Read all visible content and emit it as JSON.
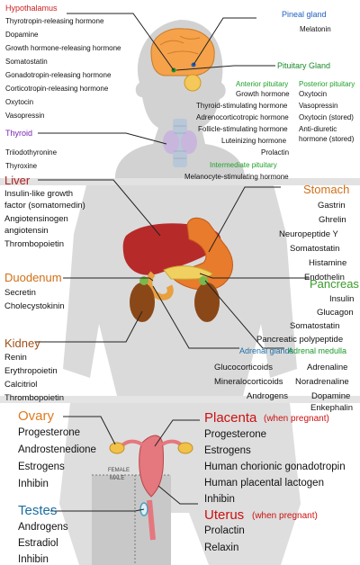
{
  "colors": {
    "hypothalamus": "#cc2020",
    "pineal": "#1f5fbf",
    "pituitary": "#1a8a2a",
    "pituitary_sub": "#1fa02a",
    "thyroid": "#7a22b0",
    "liver": "#b02020",
    "stomach": "#d07018",
    "duodenum": "#d07018",
    "pancreas": "#3a9a2a",
    "kidney": "#a05018",
    "adrenal_glands": "#2070a8",
    "adrenal_medulla": "#1a9a2a",
    "ovary": "#e07a20",
    "placenta": "#cc1010",
    "uterus": "#cc1010",
    "testes": "#1a6ea0"
  },
  "hypothalamus": {
    "title": "Hypothalamus",
    "hormones": [
      "Thyrotropin-releasing hormone",
      "Dopamine",
      "Growth hormone-releasing hormone",
      "Somatostatin",
      "Gonadotropin-releasing hormone",
      "Corticotropin-releasing hormone",
      "Oxytocin",
      "Vasopressin"
    ]
  },
  "pineal": {
    "title": "Pineal gland",
    "hormones": [
      "Melatonin"
    ]
  },
  "pituitary": {
    "title": "Pituitary Gland",
    "anterior_title": "Anterior pituitary",
    "anterior": [
      "Growth hormone",
      "Thyroid-stimulating hormone",
      "Adrenocorticotropic hormone",
      "Follicle-stimulating hormone",
      "Luteinizing hormone",
      "Prolactin"
    ],
    "posterior_title": "Posterior pituitary",
    "posterior": [
      "Oxytocin",
      "Vasopressin",
      "Oxytocin (stored)",
      "Anti-diuretic",
      "hormone (stored)"
    ],
    "intermediate_title": "Intermediate pituitary",
    "intermediate": [
      "Melanocyte-stimulating hormone"
    ]
  },
  "thyroid": {
    "title": "Thyroid",
    "hormones": [
      "Triiodothyronine",
      "Thyroxine"
    ]
  },
  "liver": {
    "title": "Liver",
    "hormones": [
      "Insulin-like growth",
      "factor (somatomedin)",
      "Angiotensinogen",
      "angiotensin",
      "Thrombopoietin"
    ]
  },
  "stomach": {
    "title": "Stomach",
    "hormones": [
      "Gastrin",
      "Ghrelin",
      "Neuropeptide Y",
      "Somatostatin",
      "Histamine",
      "Endothelin"
    ]
  },
  "duodenum": {
    "title": "Duodenum",
    "hormones": [
      "Secretin",
      "Cholecystokinin"
    ]
  },
  "pancreas": {
    "title": "Pancreas",
    "hormones": [
      "Insulin",
      "Glucagon",
      "Somatostatin",
      "Pancreatic polypeptide"
    ]
  },
  "kidney": {
    "title": "Kidney",
    "hormones": [
      "Renin",
      "Erythropoietin",
      "Calcitriol",
      "Thrombopoietin"
    ]
  },
  "adrenal_glands": {
    "title": "Adrenal glands",
    "hormones": [
      "Glucocorticoids",
      "Mineralocorticoids",
      "Androgens"
    ]
  },
  "adrenal_medulla": {
    "title": "Adrenal medulla",
    "hormones": [
      "Adrenaline",
      "Noradrenaline",
      "Dopamine",
      "Enkephalin"
    ]
  },
  "ovary": {
    "title": "Ovary",
    "hormones": [
      "Progesterone",
      "Androstenedione",
      "Estrogens",
      "Inhibin"
    ]
  },
  "placenta": {
    "title": "Placenta",
    "note": "(when pregnant)",
    "hormones": [
      "Progesterone",
      "Estrogens",
      "Human chorionic gonadotropin",
      "Human placental lactogen",
      "Inhibin"
    ]
  },
  "uterus": {
    "title": "Uterus",
    "note": "(when pregnant)",
    "hormones": [
      "Prolactin",
      "Relaxin"
    ]
  },
  "testes": {
    "title": "Testes",
    "hormones": [
      "Androgens",
      "Estradiol",
      "Inhibin"
    ]
  },
  "sex_labels": {
    "female": "FEMALE",
    "male": "MALE"
  }
}
